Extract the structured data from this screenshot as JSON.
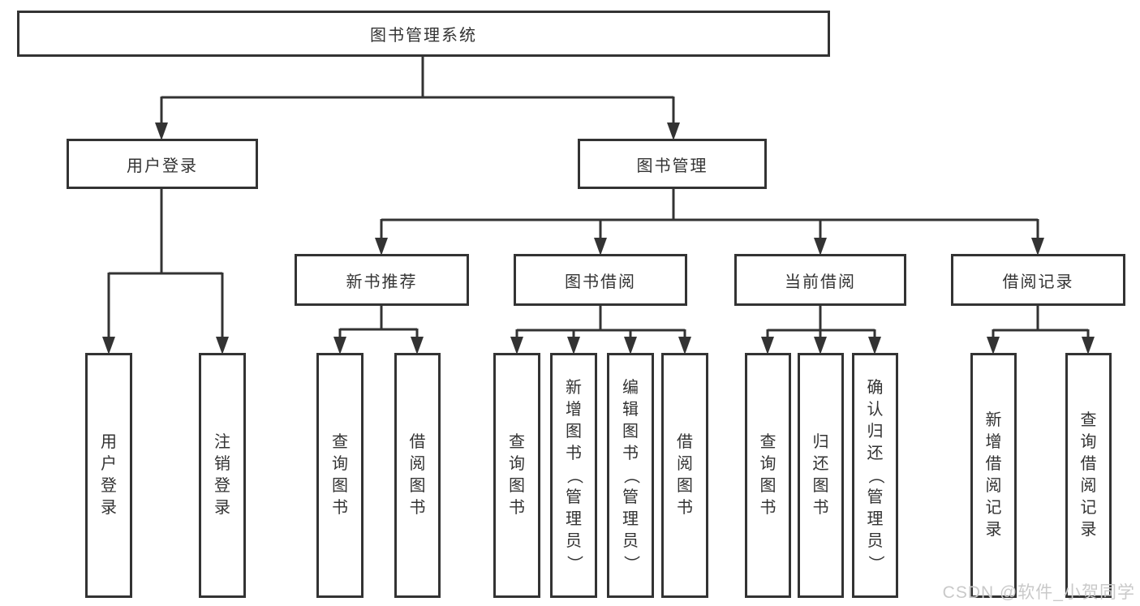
{
  "diagram": {
    "root": {
      "label": "图书管理系统"
    },
    "level2": [
      {
        "label": "用户登录"
      },
      {
        "label": "图书管理"
      }
    ],
    "level3": [
      {
        "label": "新书推荐"
      },
      {
        "label": "图书借阅"
      },
      {
        "label": "当前借阅"
      },
      {
        "label": "借阅记录"
      }
    ],
    "leaves": {
      "user_login": [
        "用户登录",
        "注销登录"
      ],
      "new_book_recommend": [
        "查询图书",
        "借阅图书"
      ],
      "book_borrowing": [
        "查询图书",
        "新增图书（管理员）",
        "编辑图书（管理员）",
        "借阅图书"
      ],
      "current_borrowing": [
        "查询图书",
        "归还图书",
        "确认归还（管理员）"
      ],
      "borrowing_records": [
        "新增借阅记录",
        "查询借阅记录"
      ]
    }
  },
  "watermark": {
    "text": "CSDN @软件_小贺同学"
  },
  "colors": {
    "line": "#333333",
    "text": "#333333",
    "background": "#ffffff",
    "watermark": "#c9c9c9"
  }
}
